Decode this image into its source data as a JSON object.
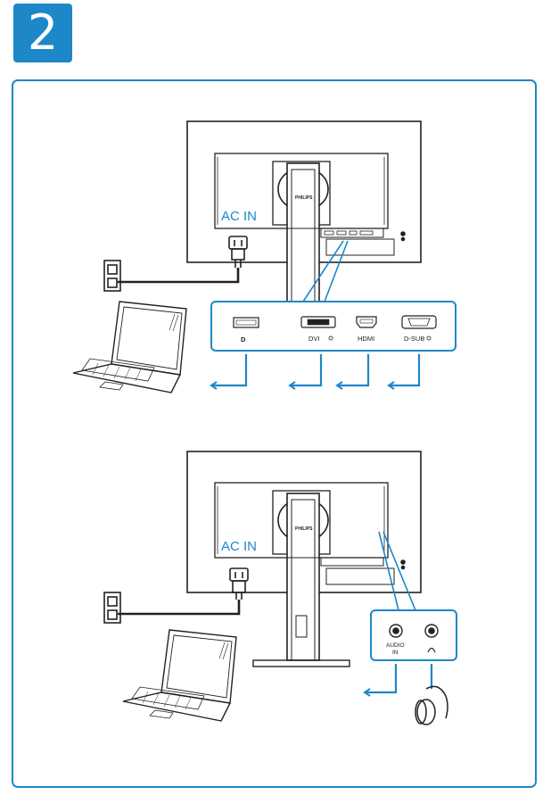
{
  "step": {
    "number": "2"
  },
  "diagram1": {
    "ac_in_label": "AC IN",
    "brand": "PHILIPS",
    "ports": [
      {
        "id": "dp",
        "label": ""
      },
      {
        "id": "dvi",
        "label": "DVI"
      },
      {
        "id": "hdmi",
        "label": "HDMI"
      },
      {
        "id": "dsub",
        "label": "D-SUB"
      }
    ]
  },
  "diagram2": {
    "ac_in_label": "AC IN",
    "brand": "PHILIPS",
    "ports": [
      {
        "id": "audio-in",
        "label_line1": "AUDIO",
        "label_line2": "IN"
      },
      {
        "id": "headphone",
        "label": ""
      }
    ]
  },
  "colors": {
    "accent": "#1d87c8",
    "line": "#222222"
  }
}
